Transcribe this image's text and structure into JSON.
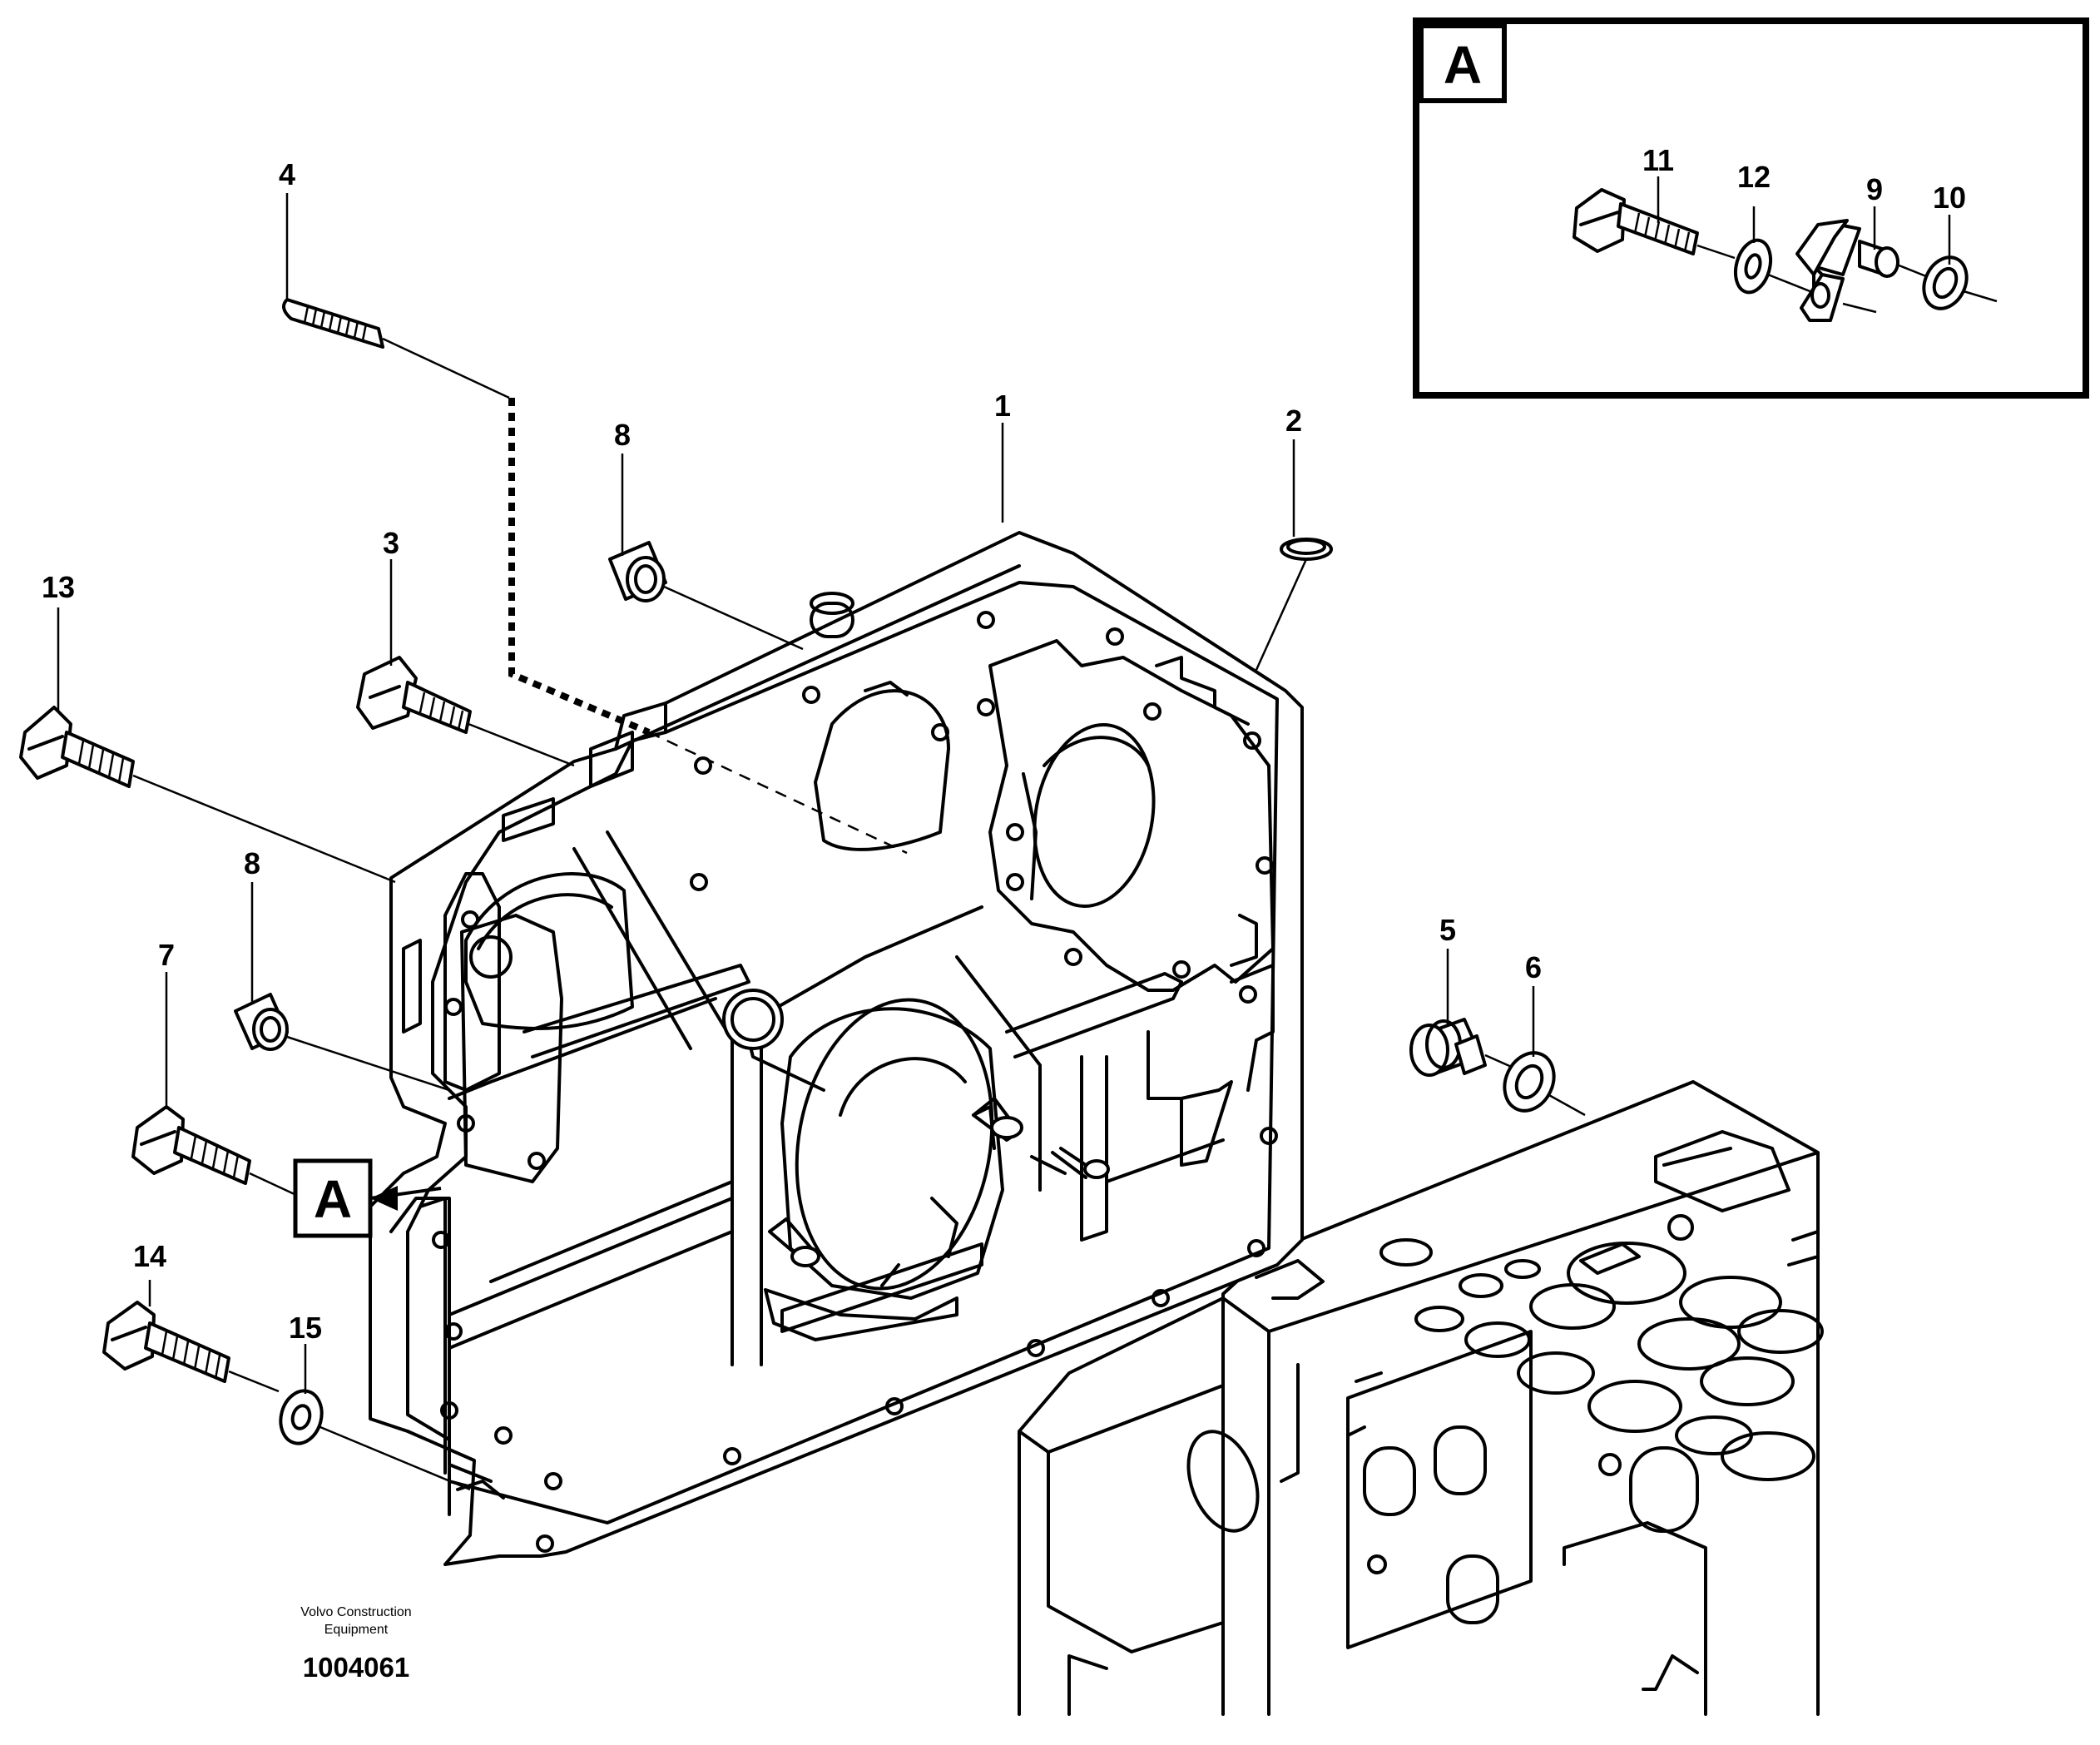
{
  "detail_view": {
    "label": "A"
  },
  "callout_marker": {
    "label": "A"
  },
  "part_labels": [
    {
      "id": "p1",
      "text": "1"
    },
    {
      "id": "p2",
      "text": "2"
    },
    {
      "id": "p3",
      "text": "3"
    },
    {
      "id": "p4",
      "text": "4"
    },
    {
      "id": "p5",
      "text": "5"
    },
    {
      "id": "p6",
      "text": "6"
    },
    {
      "id": "p7",
      "text": "7"
    },
    {
      "id": "p8a",
      "text": "8"
    },
    {
      "id": "p8b",
      "text": "8"
    },
    {
      "id": "p9",
      "text": "9"
    },
    {
      "id": "p10",
      "text": "10"
    },
    {
      "id": "p11",
      "text": "11"
    },
    {
      "id": "p12",
      "text": "12"
    },
    {
      "id": "p13",
      "text": "13"
    },
    {
      "id": "p14",
      "text": "14"
    },
    {
      "id": "p15",
      "text": "15"
    }
  ],
  "footer": {
    "company_line1": "Volvo Construction",
    "company_line2": "Equipment",
    "document_number": "1004061"
  }
}
